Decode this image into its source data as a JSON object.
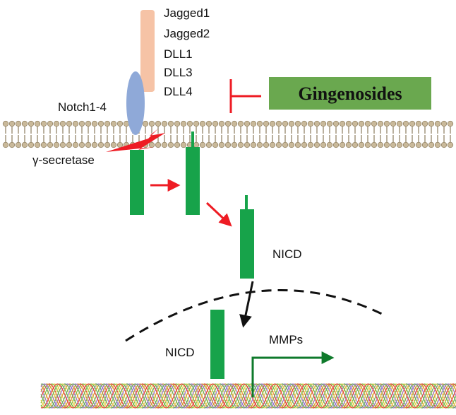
{
  "ligands": [
    "Jagged1",
    "Jagged2",
    "DLL1",
    "DLL3",
    "DLL4"
  ],
  "labels": {
    "receptor": "Notch1-4",
    "protease": "γ-secretase",
    "nicd_cytoplasm": "NICD",
    "nicd_nucleus": "NICD",
    "target_gene": "MMPs",
    "inhibitor": "Gingenosides"
  },
  "icons": {
    "ligand": "ligand-bar",
    "receptor": "receptor-ellipse",
    "membrane": "lipid-bilayer",
    "protease": "lightning-bolt",
    "inhibition": "t-bar-inhibition",
    "dna": "dna-helix"
  },
  "colors": {
    "ligand": "#f6c3a6",
    "receptor": "#8fa9d8",
    "notch_fragment": "#17a34a",
    "arrow_red": "#ee1c24",
    "arrow_black": "#111111",
    "arrow_green": "#0e7a2b",
    "inhibitor_box": "#6aa84f",
    "membrane_head": "#c9b99a",
    "membrane_tail": "#8a7a5c",
    "nucleus_line": "#111111"
  }
}
